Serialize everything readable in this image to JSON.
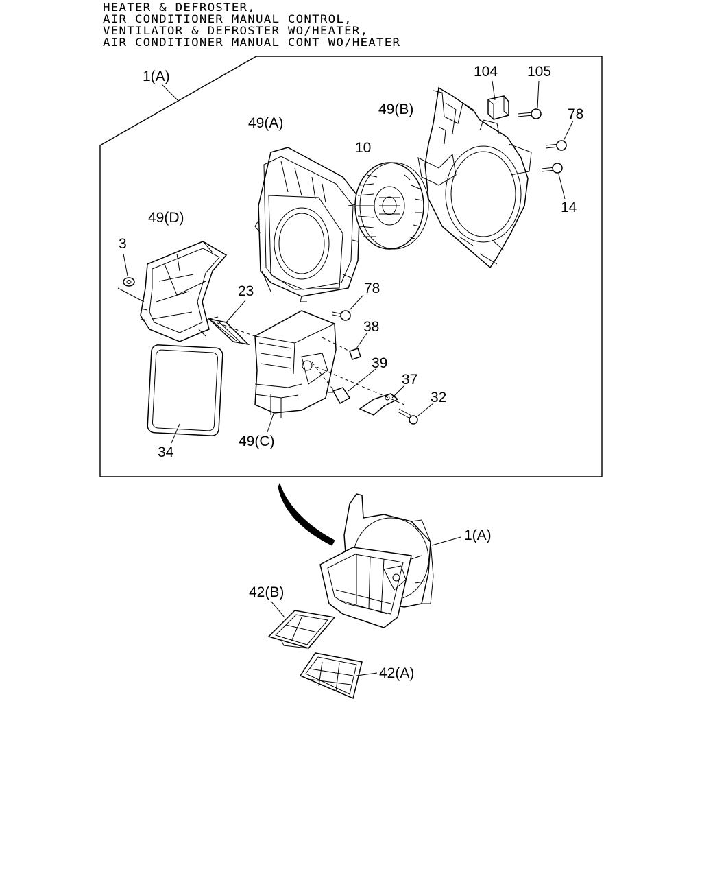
{
  "title_lines": [
    "HEATER & DEFROSTER,",
    "AIR CONDITIONER MANUAL CONTROL,",
    "VENTILATOR & DEFROSTER WO/HEATER,",
    "AIR CONDITIONER MANUAL CONT WO/HEATER"
  ],
  "callouts": {
    "assembly_top": "1(A)",
    "housing_a": "49(A)",
    "housing_b": "49(B)",
    "housing_c": "49(C)",
    "housing_d": "49(D)",
    "blower_fan": "10",
    "part_104": "104",
    "part_105": "105",
    "screw_78_upper": "78",
    "screw_14": "14",
    "nut_3": "3",
    "part_23": "23",
    "screw_78_lower": "78",
    "part_38": "38",
    "part_39": "39",
    "part_37": "37",
    "screw_32": "32",
    "seal_34": "34",
    "assembly_bottom": "1(A)",
    "filter_b": "42(B)",
    "filter_a": "42(A)"
  }
}
